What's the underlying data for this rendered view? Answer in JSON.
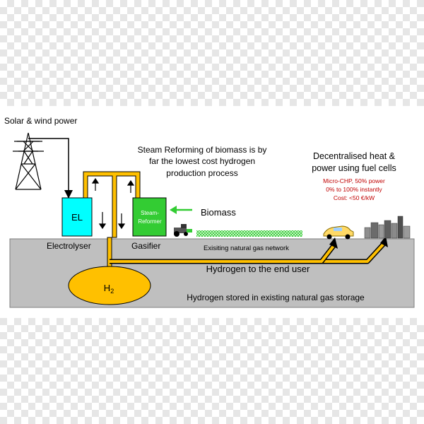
{
  "labels": {
    "solar_wind": "Solar & wind power",
    "steam_reforming": [
      "Steam Reforming of biomass is by",
      "far the lowest cost hydrogen",
      "production process"
    ],
    "decentralised": [
      "Decentralised heat &",
      "power using fuel cells"
    ],
    "micro_chp": [
      "Micro-CHP, 50% power",
      "0% to 100% instantly",
      "Cost: <50 €/kW"
    ],
    "el_box": "EL",
    "steam_reformer_box": [
      "Steam-",
      "Reformer"
    ],
    "biomass": "Biomass",
    "electrolyser": "Electrolyser",
    "gasifier": "Gasifier",
    "gas_network": "Exisiting natural gas network",
    "end_user": "Hydrogen to the end user",
    "h2": "H",
    "h2_sub": "2",
    "storage": "Hydrogen stored in existing natural gas storage"
  },
  "colors": {
    "ground": "#bfbfbf",
    "el_box": "#00ffff",
    "reformer_box": "#33cc33",
    "pipe": "#ffc000",
    "storage": "#ffc000",
    "green_arrow": "#33cc33",
    "biomass_hatch": "#33cc33",
    "red_text": "#c00000"
  }
}
